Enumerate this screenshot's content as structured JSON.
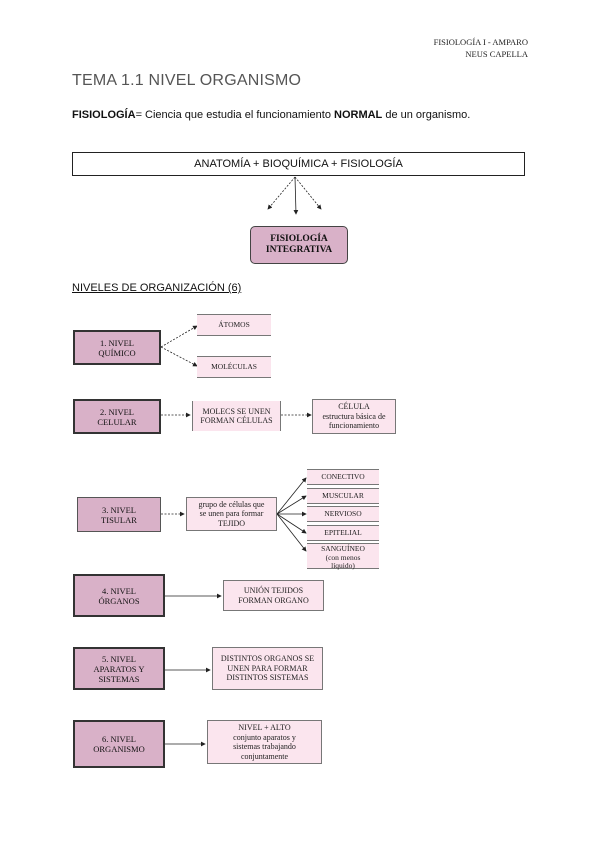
{
  "header": {
    "line1": "FISIOLOGÍA I - AMPARO",
    "line2": "NEUS CAPELLA"
  },
  "title": "TEMA 1.1 NIVEL ORGANISMO",
  "definition": {
    "term": "FISIOLOGÍA",
    "pre": "= Ciencia que estudia el funcionamiento ",
    "emph": "NORMAL",
    "post": " de un organismo."
  },
  "formula": "ANATOMÍA + BIOQUÍMICA + FISIOLOGÍA",
  "integrative": {
    "line1": "FISIOLOGÍA",
    "line2": "INTEGRATIVA"
  },
  "section_title": "NIVELES DE ORGANIZACIÓN (6)",
  "levels": [
    {
      "label1": "1.     NIVEL",
      "label2": "QUÍMICO",
      "results": [
        "ÁTOMOS",
        "MOLÉCULAS"
      ]
    },
    {
      "label1": "2. NIVEL",
      "label2": "CELULAR",
      "middle1": "MOLECS SE UNEN",
      "middle2": "FORMAN CÉLULAS",
      "result1": "CÉLULA",
      "result2": "estructura básica de",
      "result3": "funcionamiento"
    },
    {
      "label1": "3. NIVEL",
      "label2": "TISULAR",
      "middle1": "grupo de células que",
      "middle2": "se unen para formar",
      "middle3": "TEJIDO",
      "tissues": [
        "CONECTIVO",
        "MUSCULAR",
        "NERVIOSO",
        "EPITELIAL",
        "SANGUÍNEO"
      ],
      "tissue_note1": "(con menos",
      "tissue_note2": "líquido)"
    },
    {
      "label1": "4. NIVEL",
      "label2": "ÓRGANOS",
      "result1": "UNIÓN TEJIDOS",
      "result2": "FORMAN ORGANO"
    },
    {
      "label1": "5. NIVEL",
      "label2": "APARATOS Y",
      "label3": "SISTEMAS",
      "result1": "DISTINTOS ORGANOS SE",
      "result2": "UNEN PARA FORMAR",
      "result3": "DISTINTOS SISTEMAS"
    },
    {
      "label1": "6. NIVEL",
      "label2": "ORGANISMO",
      "result1": "NIVEL + ALTO",
      "result2": "conjunto aparatos y",
      "result3": "sistemas trabajando",
      "result4": "conjuntamente"
    }
  ]
}
